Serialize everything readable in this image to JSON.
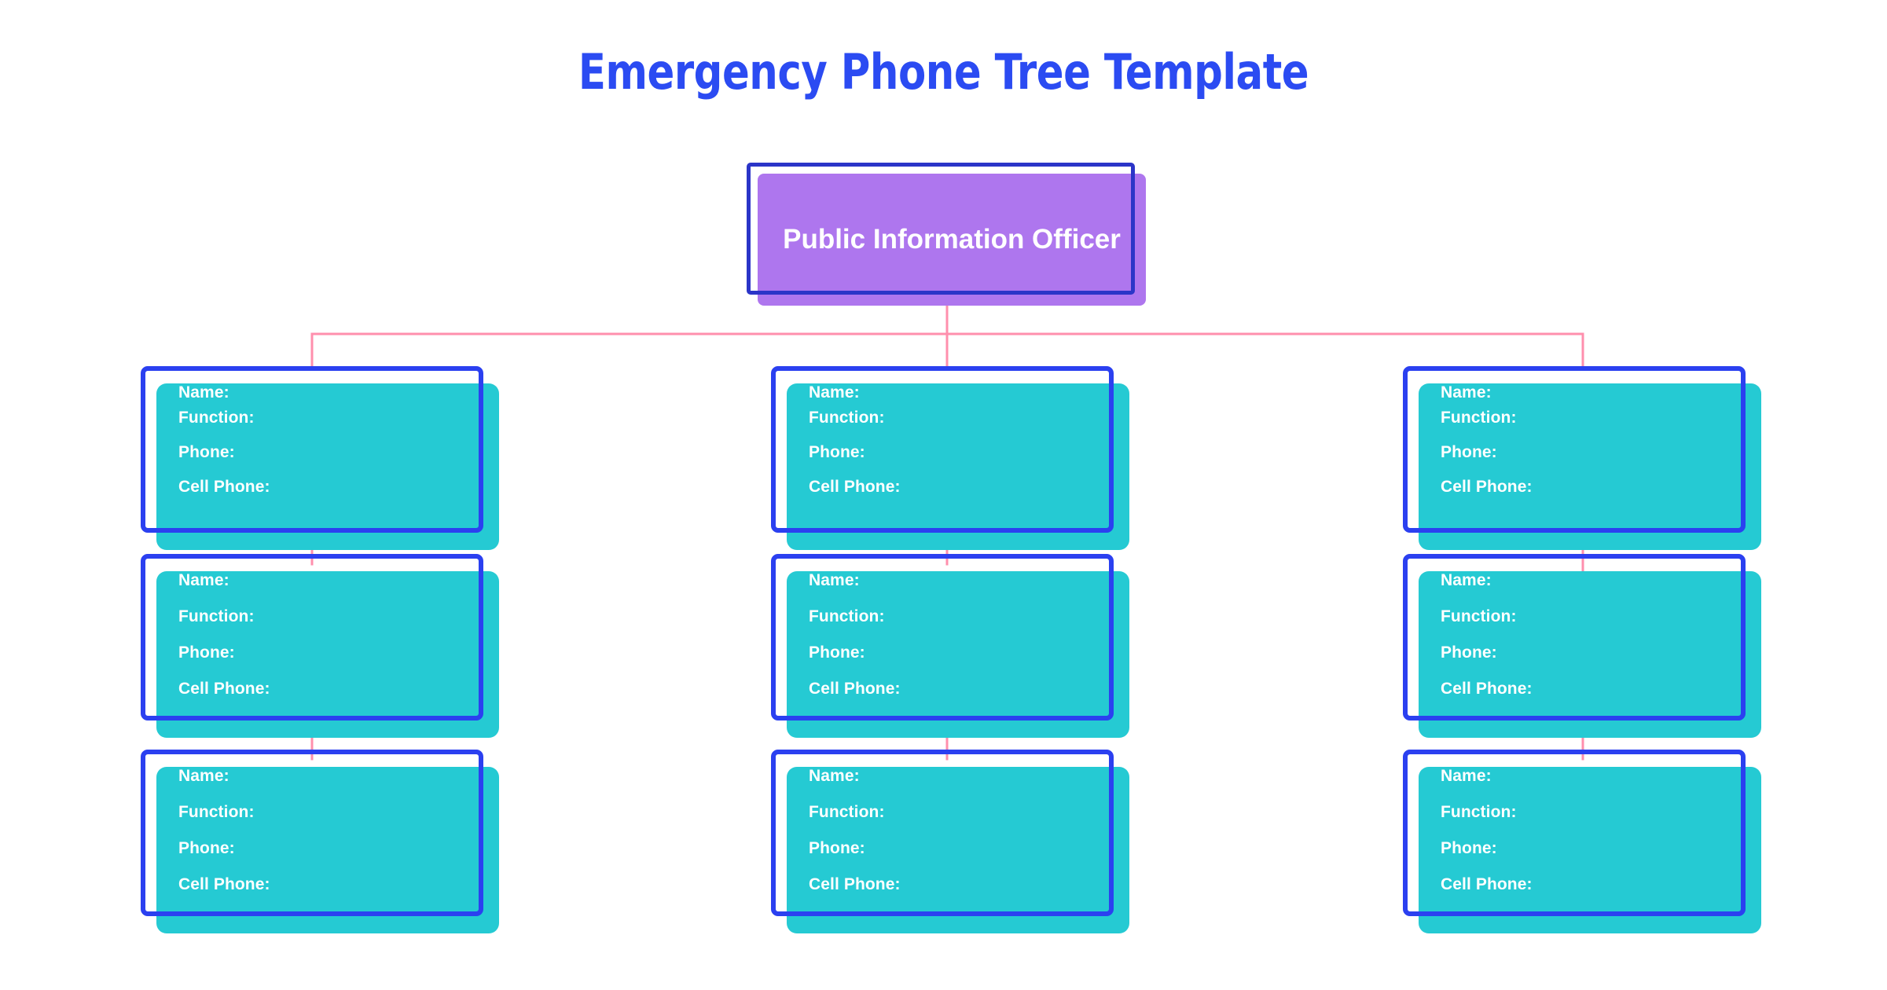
{
  "page": {
    "title": "Emergency Phone Tree Template",
    "background_color": "#ffffff",
    "title_color": "#2B4BF2"
  },
  "colors": {
    "title_blue": "#2B4BF2",
    "root_fill_purple": "#AE76EE",
    "root_stroke_navy": "#2B35C8",
    "node_fill_teal": "#25CAD3",
    "node_stroke_blue": "#2B40F0",
    "connector_pink": "#FF8FAD",
    "label_white": "#ffffff"
  },
  "root_node": {
    "label": "Public Information Officer"
  },
  "field_labels": {
    "name": "Name:",
    "function": "Function:",
    "phone": "Phone:",
    "cell_phone": "Cell Phone:"
  },
  "columns": [
    {
      "id": "column-left",
      "nodes": [
        {
          "fields": [
            "Name:",
            "Function:",
            "Phone:",
            "Cell Phone:"
          ]
        },
        {
          "fields": [
            "Name:",
            "Function:",
            "Phone:",
            "Cell Phone:"
          ]
        },
        {
          "fields": [
            "Name:",
            "Function:",
            "Phone:",
            "Cell Phone:"
          ]
        }
      ]
    },
    {
      "id": "column-center",
      "nodes": [
        {
          "fields": [
            "Name:",
            "Function:",
            "Phone:",
            "Cell Phone:"
          ]
        },
        {
          "fields": [
            "Name:",
            "Function:",
            "Phone:",
            "Cell Phone:"
          ]
        },
        {
          "fields": [
            "Name:",
            "Function:",
            "Phone:",
            "Cell Phone:"
          ]
        }
      ]
    },
    {
      "id": "column-right",
      "nodes": [
        {
          "fields": [
            "Name:",
            "Function:",
            "Phone:",
            "Cell Phone:"
          ]
        },
        {
          "fields": [
            "Name:",
            "Function:",
            "Phone:",
            "Cell Phone:"
          ]
        },
        {
          "fields": [
            "Name:",
            "Function:",
            "Phone:",
            "Cell Phone:"
          ]
        }
      ]
    }
  ]
}
